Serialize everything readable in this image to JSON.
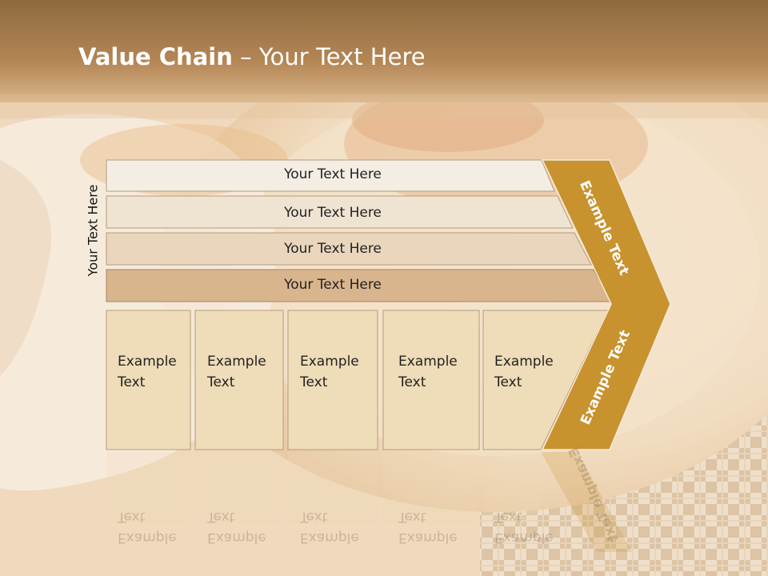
{
  "slide": {
    "title_bold": "Value Chain",
    "title_rest": " – Your Text Here",
    "vertical_label": "Your Text Here"
  },
  "rows": [
    {
      "label": "Your Text Here"
    },
    {
      "label": "Your Text Here"
    },
    {
      "label": "Your Text Here"
    },
    {
      "label": "Your Text Here"
    }
  ],
  "cells": [
    {
      "line1": "Example",
      "line2": "Text"
    },
    {
      "line1": "Example",
      "line2": "Text"
    },
    {
      "line1": "Example",
      "line2": "Text"
    },
    {
      "line1": "Example",
      "line2": "Text"
    },
    {
      "line1": "Example",
      "line2": "Text"
    }
  ],
  "chevron": {
    "upper_label": "Example Text",
    "lower_label": "Example Text"
  },
  "colors": {
    "header_brown": "#a8794a",
    "chevron_gold": "#c8922f",
    "row1": "#f4ede3",
    "row2": "#efe3d2",
    "row3": "#e9d6bd",
    "row4": "#d9b58e",
    "cell": "#efdcb8"
  }
}
